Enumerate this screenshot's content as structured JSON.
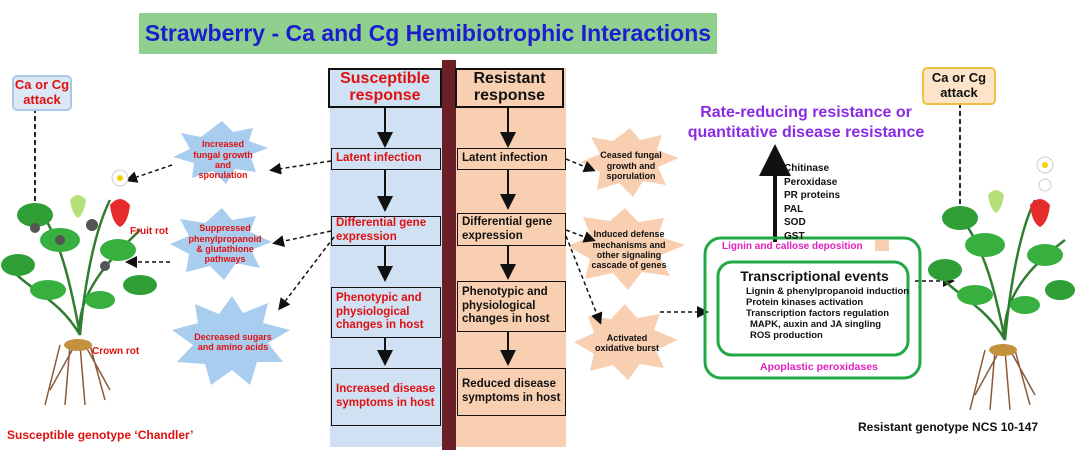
{
  "title": "Strawberry - Ca and Cg Hemibiotrophic Interactions",
  "attack_left": "Ca or Cg attack",
  "attack_right": "Ca or Cg attack",
  "susceptible": {
    "header": "Susceptible response",
    "steps": [
      "Latent infection",
      "Differential gene expression",
      "Phenotypic and physiological changes in host",
      "Increased disease symptoms in host"
    ]
  },
  "resistant": {
    "header": "Resistant response",
    "steps": [
      "Latent infection",
      "Differential gene expression",
      "Phenotypic and physiological changes in host",
      "Reduced disease symptoms in host"
    ]
  },
  "left_stars": [
    "Increased fungal growth and sporulation",
    "Suppressed phenylpropanoid & glutathione pathways",
    "Decreased sugars and amino acids"
  ],
  "right_stars": [
    "Ceased fungal growth and sporulation",
    "Induced defense mechanisms and other signaling cascade of genes",
    "Activated oxidative burst"
  ],
  "plant_labels": {
    "fruit_rot": "Fruit rot",
    "crown_rot": "Crown rot"
  },
  "genotype_left": "Susceptible genotype ‘Chandler’",
  "genotype_right": "Resistant genotype NCS 10-147",
  "rate_reducing": "Rate-reducing resistance or quantitative disease resistance",
  "enzymes": [
    "Chitinase",
    "Peroxidase",
    "PR proteins",
    "PAL",
    "SOD",
    "GST"
  ],
  "lignin": "Lignin and callose deposition",
  "transcriptional": {
    "title": "Transcriptional events",
    "items": [
      "Lignin & phenylpropanoid induction",
      "Protein kinases activation",
      "Transcription factors regulation",
      "MAPK, auxin and JA singling",
      "ROS production"
    ]
  },
  "apoplastic": "Apoplastic peroxidases",
  "colors": {
    "red": "#e01010",
    "purple": "#8a2be2",
    "magenta": "#e020c0",
    "green": "#22a844",
    "blue": "#1d1dd0"
  }
}
